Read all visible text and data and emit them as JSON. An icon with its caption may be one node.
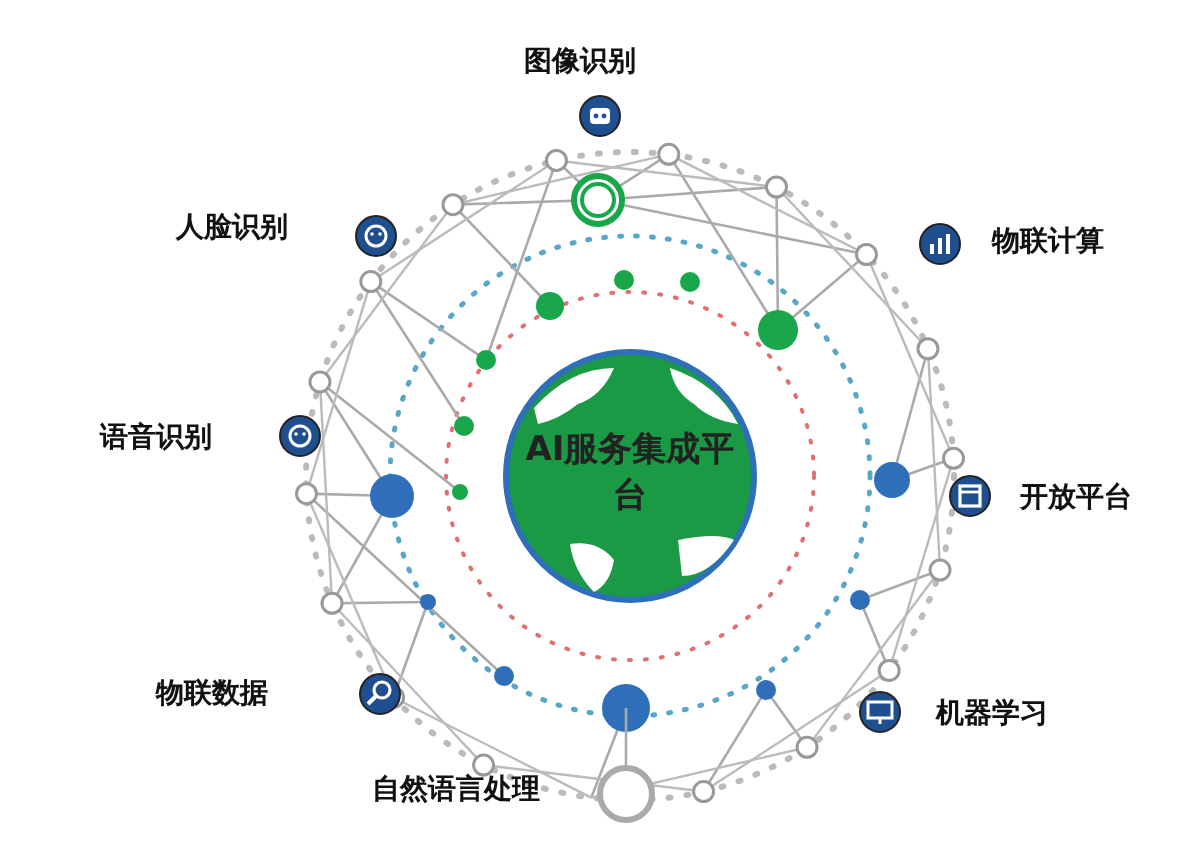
{
  "diagram": {
    "nodes": [
      {
        "text": [
          "AI服务集成平台"
        ]
      }
    ],
    "labels": [
      "图像识别",
      "人脸识别",
      "物联计算",
      "语音识别",
      "开放平台",
      "物联数据",
      "机器学习",
      "自然语言处理"
    ]
  }
}
